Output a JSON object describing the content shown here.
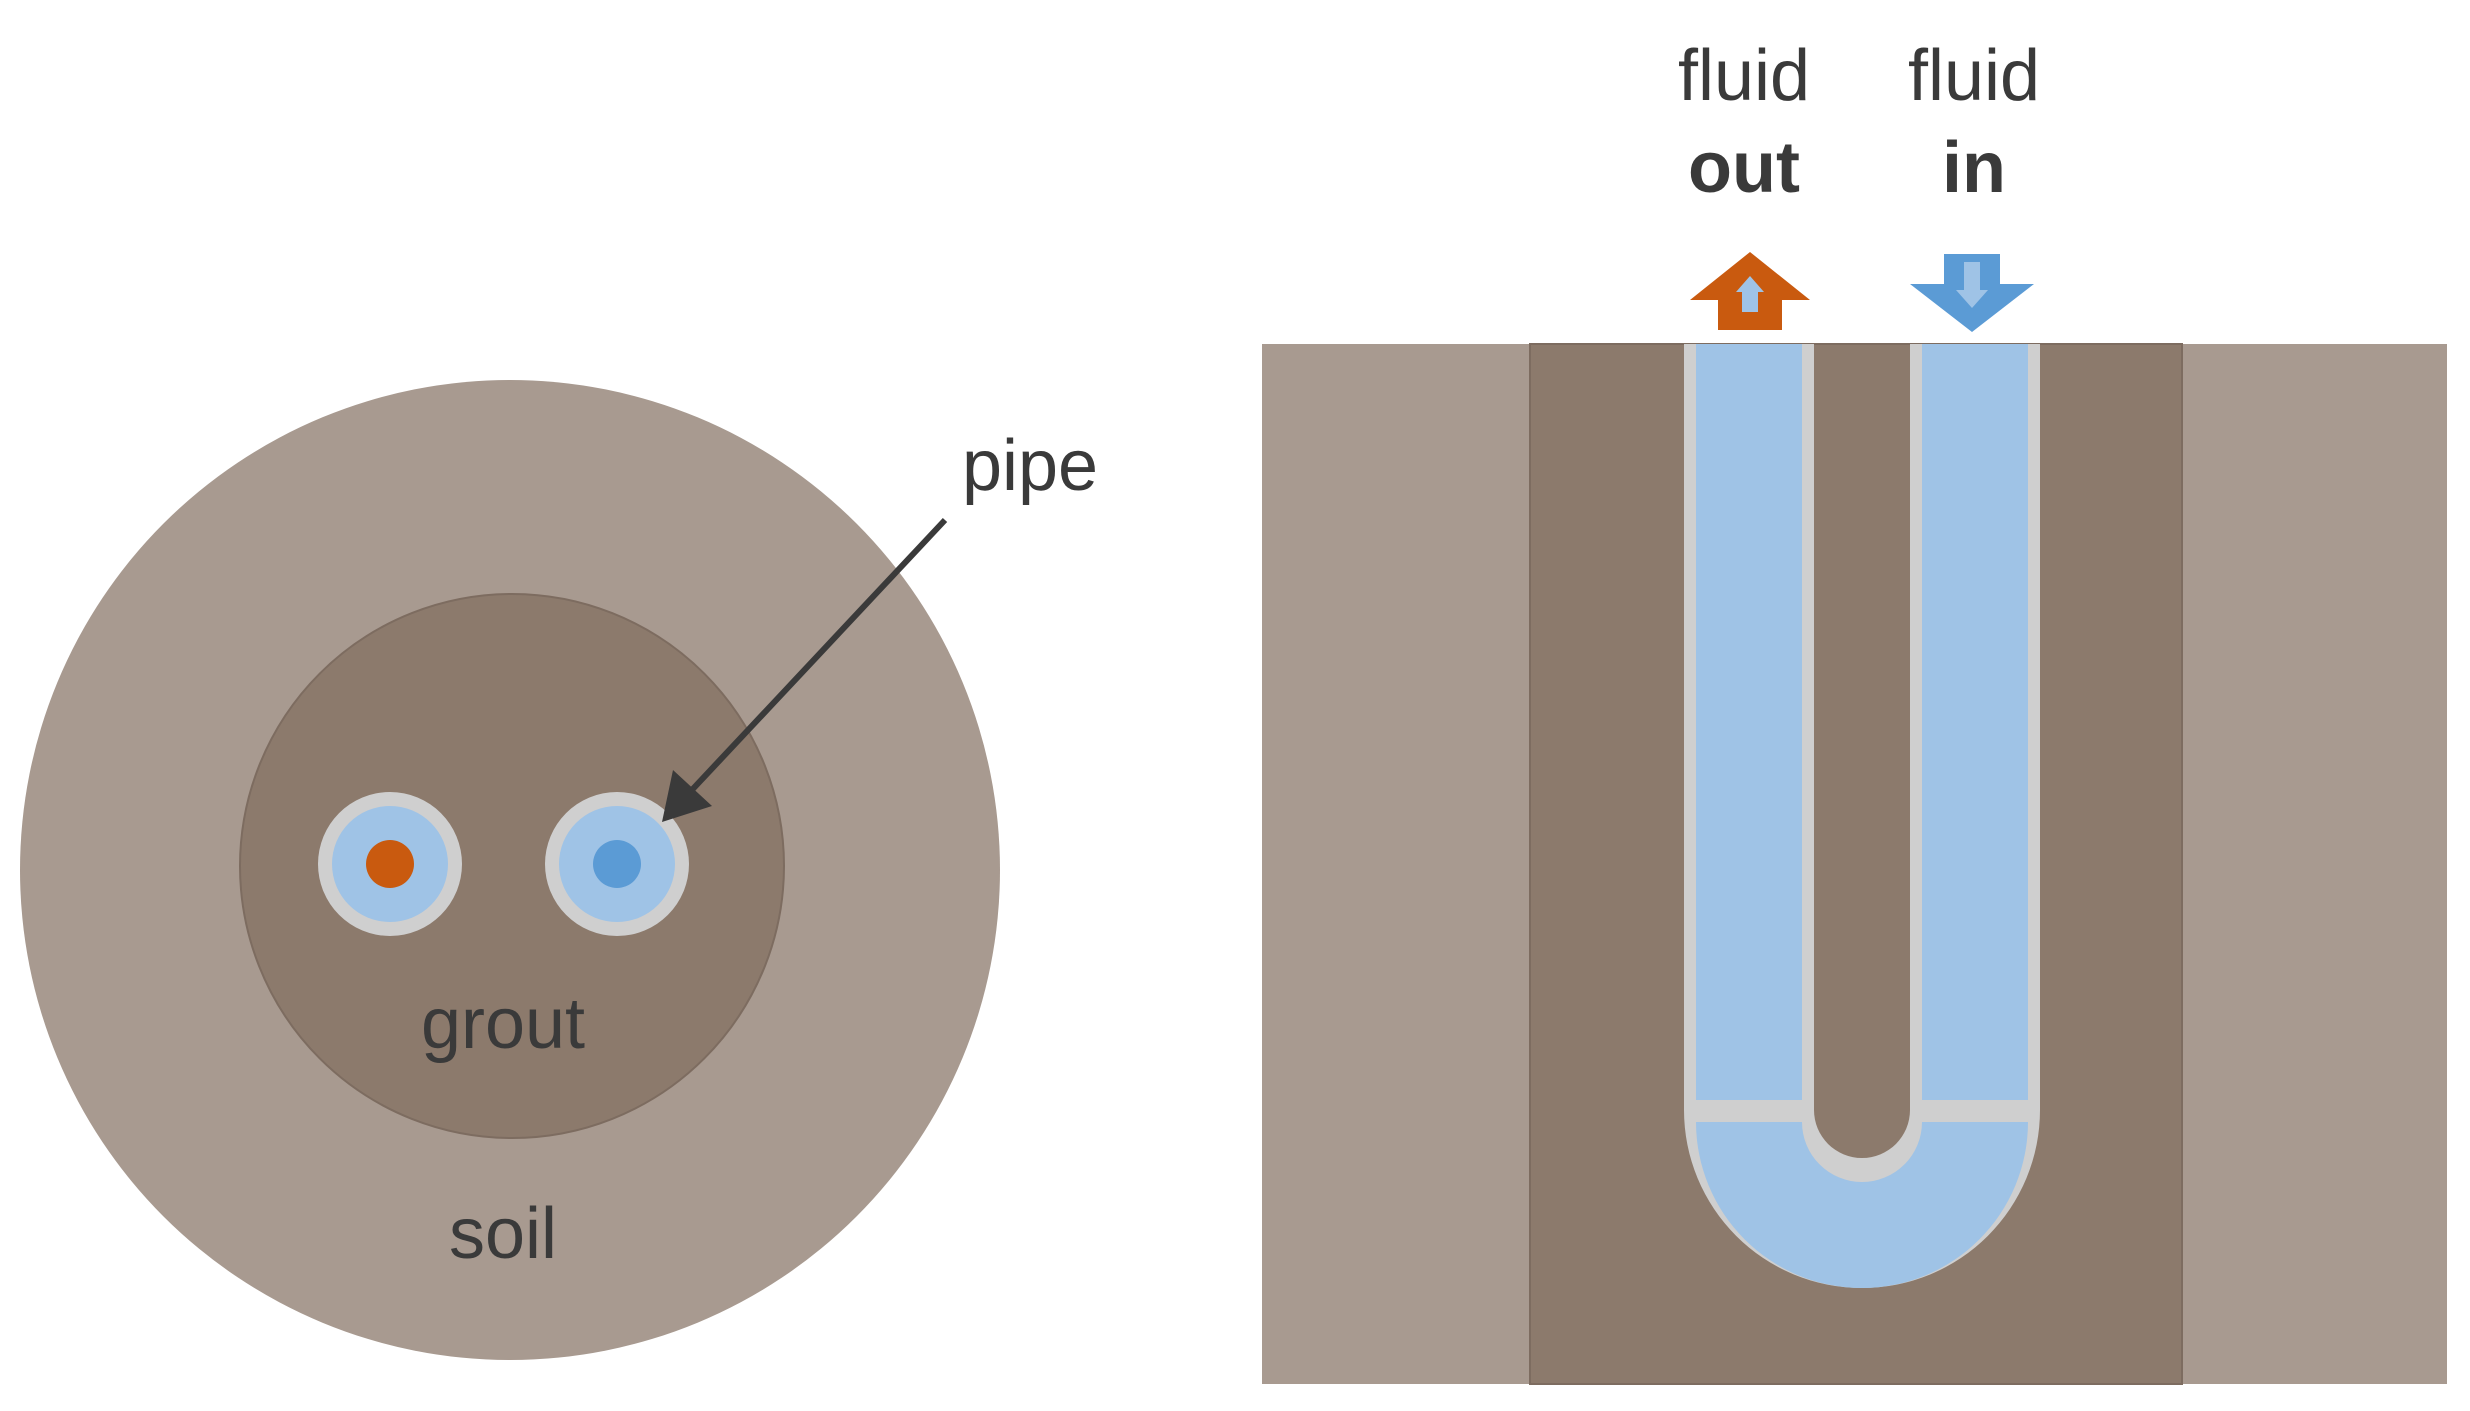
{
  "cross_section": {
    "pipe_label": "pipe",
    "grout_label": "grout",
    "soil_label": "soil"
  },
  "borehole_view": {
    "outlet_label_line1": "fluid",
    "outlet_label_line2": "out",
    "inlet_label_line1": "fluid",
    "inlet_label_line2": "in"
  },
  "colors": {
    "soil": "#a89a90",
    "grout": "#8c7a6c",
    "pipe_wall": "#cfcfcf",
    "fluid": "#9fc3e6",
    "hot_fluid": "#c95a0f",
    "cold_fluid": "#5b9bd5",
    "arrow": "#3a3a3a"
  }
}
